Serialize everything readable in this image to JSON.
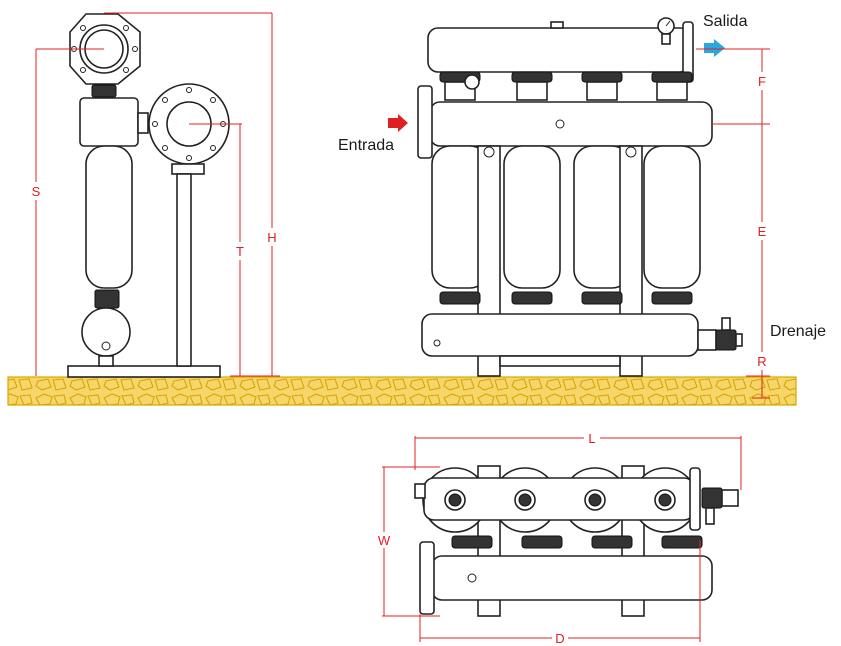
{
  "labels": {
    "outlet": "Salida",
    "inlet": "Entrada",
    "drain": "Drenaje"
  },
  "dimensions": {
    "s": "S",
    "h": "H",
    "t": "T",
    "f": "F",
    "e": "E",
    "r": "R",
    "l": "L",
    "w": "W",
    "d": "D"
  },
  "colors": {
    "dimension_line": "#e02020",
    "inlet_arrow": "#e02020",
    "outlet_arrow": "#2aa7e0",
    "ground_fill": "#f6d66a",
    "ground_stroke": "#d8a600"
  },
  "icons": [
    "pressure-gauge-icon",
    "ball-valve-icon",
    "inlet-arrow-icon",
    "outlet-arrow-icon"
  ]
}
